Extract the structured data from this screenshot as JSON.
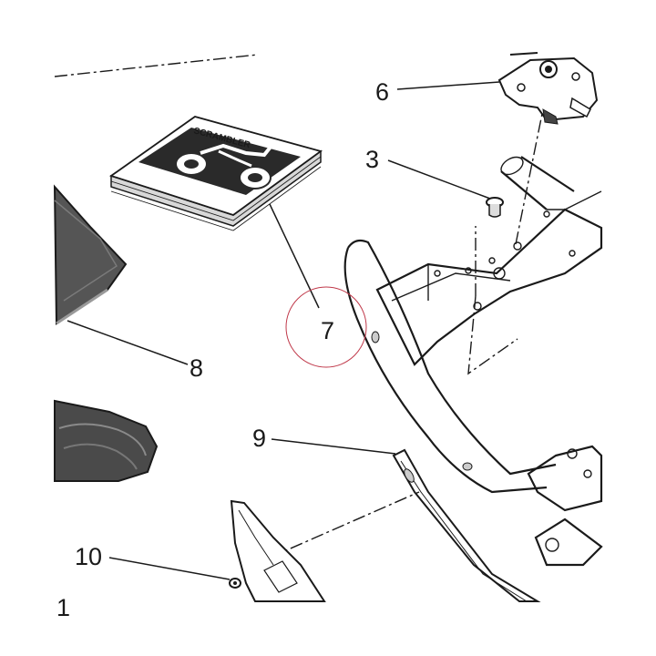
{
  "callouts": {
    "c1": "1",
    "c3": "3",
    "c6": "6",
    "c7": "7",
    "c8": "8",
    "c9": "9",
    "c10": "10"
  },
  "manual_title": "SCRAMBLER"
}
